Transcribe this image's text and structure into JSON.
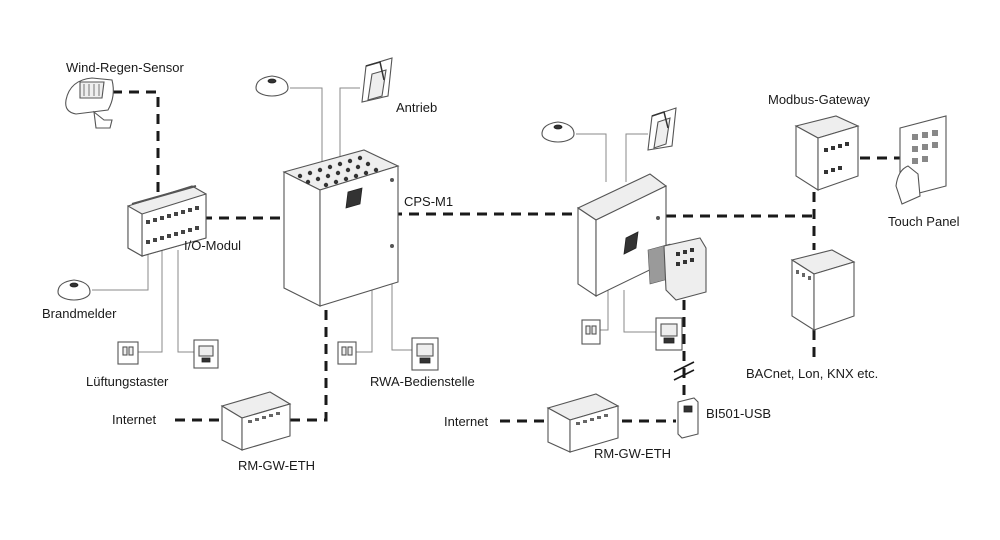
{
  "labels": {
    "wind_sensor": "Wind-Regen-Sensor",
    "antrieb": "Antrieb",
    "io_modul": "I/O-Modul",
    "brandmelder": "Brandmelder",
    "lueftungstaster": "Lüftungstaster",
    "cps_m1": "CPS-M1",
    "rwa": "RWA-Bedienstelle",
    "internet_left": "Internet",
    "rmgw_left": "RM-GW-ETH",
    "modbus": "Modbus-Gateway",
    "touch_panel": "Touch Panel",
    "bacnet": "BACnet, Lon, KNX etc.",
    "bi501": "BI501-USB",
    "internet_right": "Internet",
    "rmgw_right": "RM-GW-ETH"
  },
  "colors": {
    "line": "#1a1a1a",
    "device_stroke": "#555555",
    "background": "#ffffff"
  }
}
